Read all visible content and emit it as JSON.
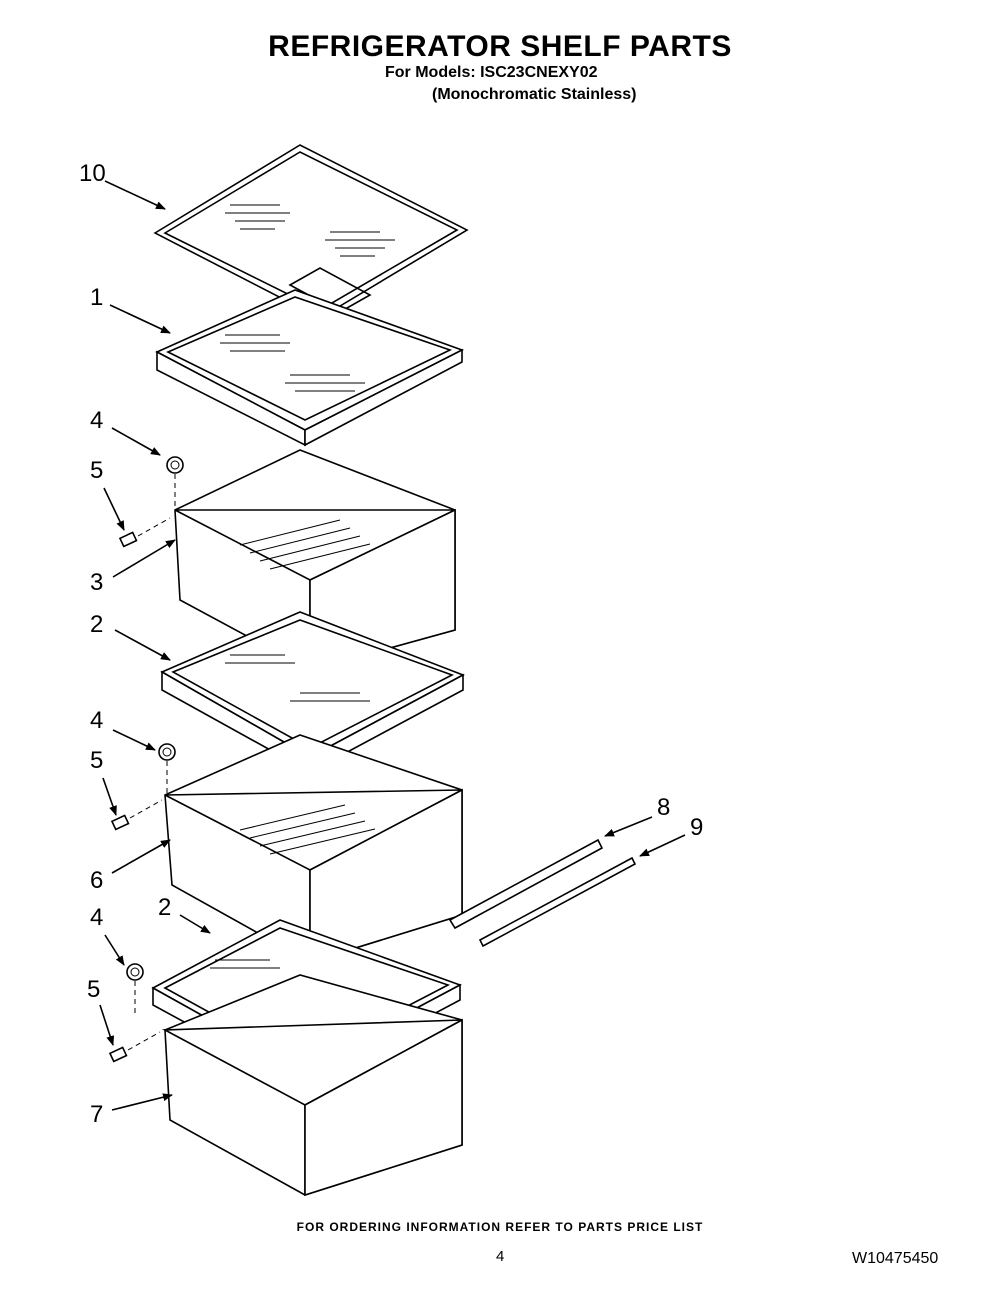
{
  "header": {
    "title": "REFRIGERATOR SHELF PARTS",
    "models_line": "For Models: ISC23CNEXY02",
    "finish_line": "(Monochromatic Stainless)"
  },
  "callouts": [
    "10",
    "1",
    "4",
    "5",
    "3",
    "2",
    "4",
    "5",
    "6",
    "8",
    "9",
    "2",
    "4",
    "5",
    "7"
  ],
  "footer": {
    "ordering_note": "FOR ORDERING INFORMATION REFER TO PARTS PRICE LIST",
    "page_number": "4",
    "document_number": "W10475450"
  }
}
